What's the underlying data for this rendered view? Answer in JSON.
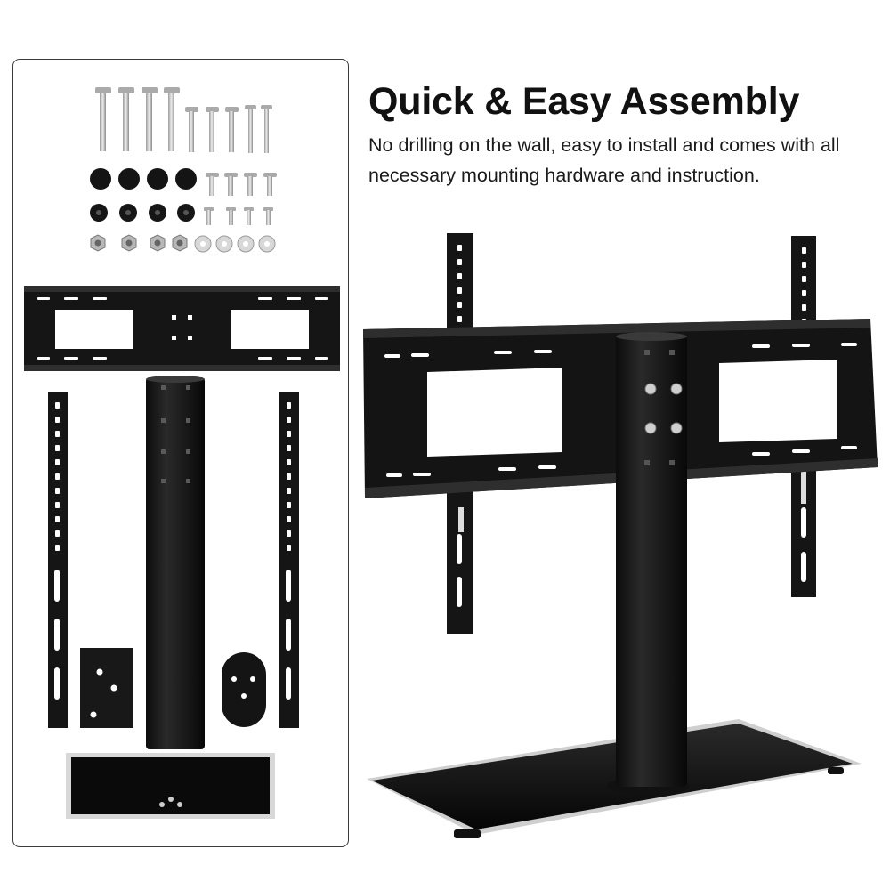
{
  "heading": {
    "title": "Quick & Easy Assembly",
    "description": "No drilling on the wall, easy to install and comes with all necessary mounting hardware and instruction."
  },
  "colors": {
    "metal_black": "#151515",
    "steel": "#c9c9c9",
    "glass_edge": "#d8d8d8",
    "panel_border": "#3a3a3a",
    "text": "#111111"
  },
  "parts": [
    "long-screw",
    "short-screw",
    "rubber-spacer",
    "washer",
    "nut",
    "crossbar-bracket",
    "vertical-bracket",
    "support-column",
    "base-plate",
    "pillar-cap",
    "glass-base"
  ]
}
